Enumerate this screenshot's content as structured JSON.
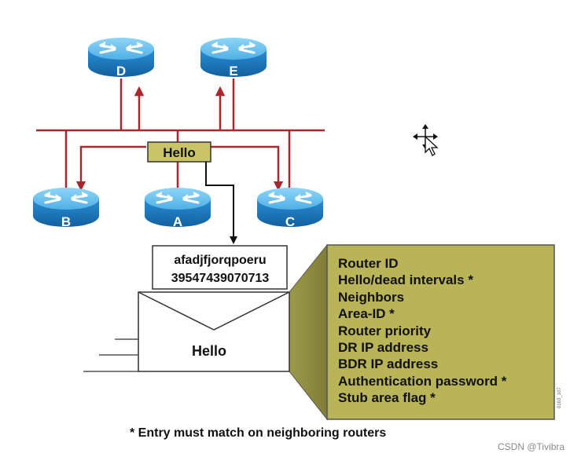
{
  "routers": {
    "d": "D",
    "e": "E",
    "b": "B",
    "a": "A",
    "c": "C"
  },
  "hello_tag": "Hello",
  "packet": {
    "header_line1": "afadjfjorqpoeru",
    "header_line2": "39547439070713",
    "envelope_label": "Hello"
  },
  "fields": [
    "Router ID",
    "Hello/dead intervals *",
    "Neighbors",
    "Area-ID *",
    "Router priority",
    "DR IP address",
    "BDR IP address",
    "Authentication password *",
    "Stub area flag *"
  ],
  "figure_code": "0163_107",
  "footnote": "* Entry must match on neighboring routers",
  "watermark": "CSDN @Tivibra",
  "colors": {
    "router_top": "#6fc3f0",
    "router_side": "#1a78c2",
    "link": "#a8282d",
    "panel_fill": "#b9b458",
    "panel_border": "#555555"
  },
  "icons": {
    "router": "router-icon",
    "cursor": "move-cursor-icon"
  }
}
